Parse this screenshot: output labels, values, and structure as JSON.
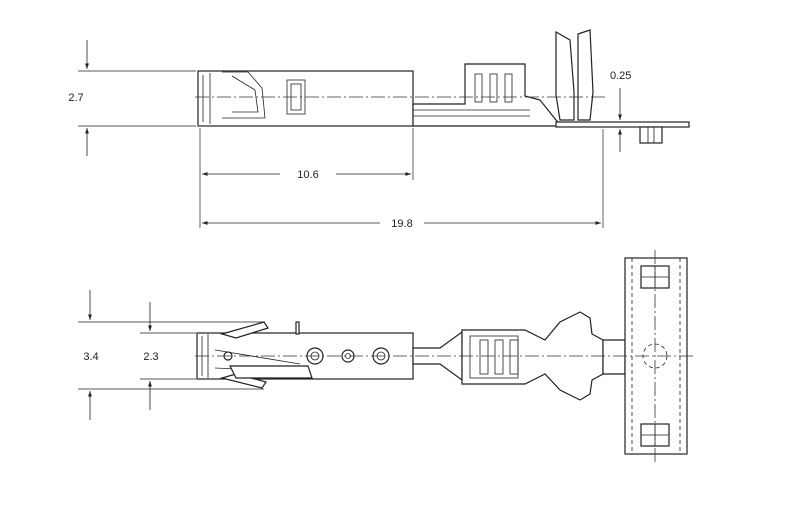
{
  "dimensions": {
    "height_top": "2.7",
    "length_front": "10.6",
    "length_total": "19.8",
    "thickness": "0.25",
    "width_outer": "3.4",
    "width_inner": "2.3"
  },
  "colors": {
    "line": "#222222",
    "background": "#ffffff"
  }
}
